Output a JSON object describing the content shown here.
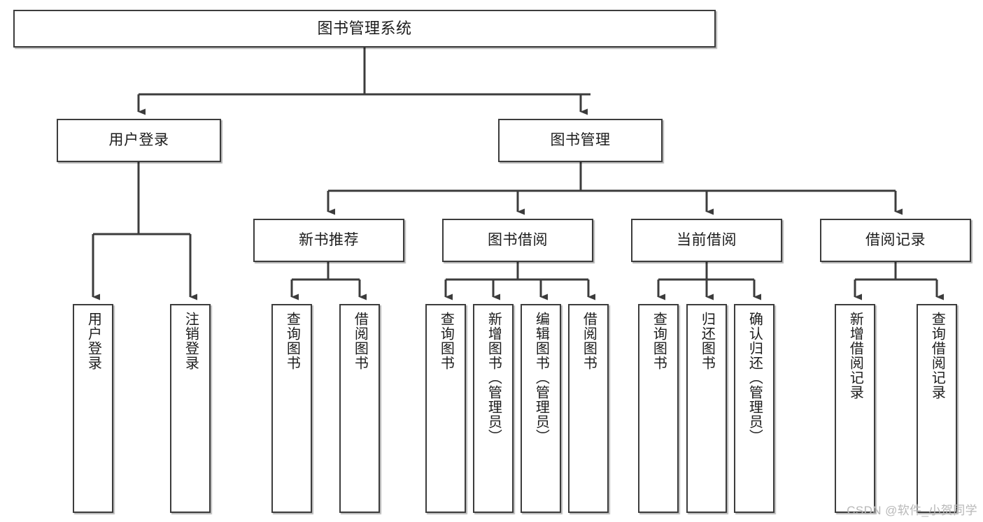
{
  "diagram": {
    "title": "图书管理系统",
    "type": "tree-hierarchy-chart",
    "colors": {
      "box_border": "#3c3c3c",
      "box_fill": "#ffffff",
      "connector": "#3c3c3c",
      "watermark": "#b8b8b8"
    },
    "root": {
      "label": "图书管理系统"
    },
    "level1": [
      {
        "label": "用户登录"
      },
      {
        "label": "图书管理"
      }
    ],
    "level2": [
      {
        "label": "新书推荐"
      },
      {
        "label": "图书借阅"
      },
      {
        "label": "当前借阅"
      },
      {
        "label": "借阅记录"
      }
    ],
    "leaves": {
      "user_login": [
        {
          "label": "用户登录"
        },
        {
          "label": "注销登录"
        }
      ],
      "new_book_recommend": [
        {
          "label": "查询图书"
        },
        {
          "label": "借阅图书"
        }
      ],
      "book_borrow": [
        {
          "label": "查询图书"
        },
        {
          "label": "新增图书（管理员）"
        },
        {
          "label": "编辑图书（管理员）"
        },
        {
          "label": "借阅图书"
        }
      ],
      "current_borrow": [
        {
          "label": "查询图书"
        },
        {
          "label": "归还图书"
        },
        {
          "label": "确认归还（管理员）"
        }
      ],
      "borrow_record": [
        {
          "label": "新增借阅记录"
        },
        {
          "label": "查询借阅记录"
        }
      ]
    }
  },
  "watermark": {
    "text": "CSDN @软件_小贺同学"
  }
}
